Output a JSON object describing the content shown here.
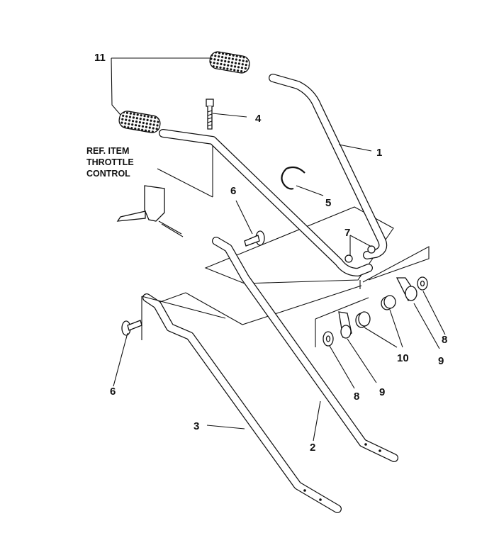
{
  "diagram": {
    "reference_note": [
      "REF. ITEM",
      "THROTTLE",
      "CONTROL"
    ],
    "callouts": {
      "c1": "1",
      "c2": "2",
      "c3": "3",
      "c4": "4",
      "c5": "5",
      "c6a": "6",
      "c6b": "6",
      "c7": "7",
      "c8a": "8",
      "c8b": "8",
      "c9a": "9",
      "c9b": "9",
      "c10": "10",
      "c11": "11"
    }
  }
}
